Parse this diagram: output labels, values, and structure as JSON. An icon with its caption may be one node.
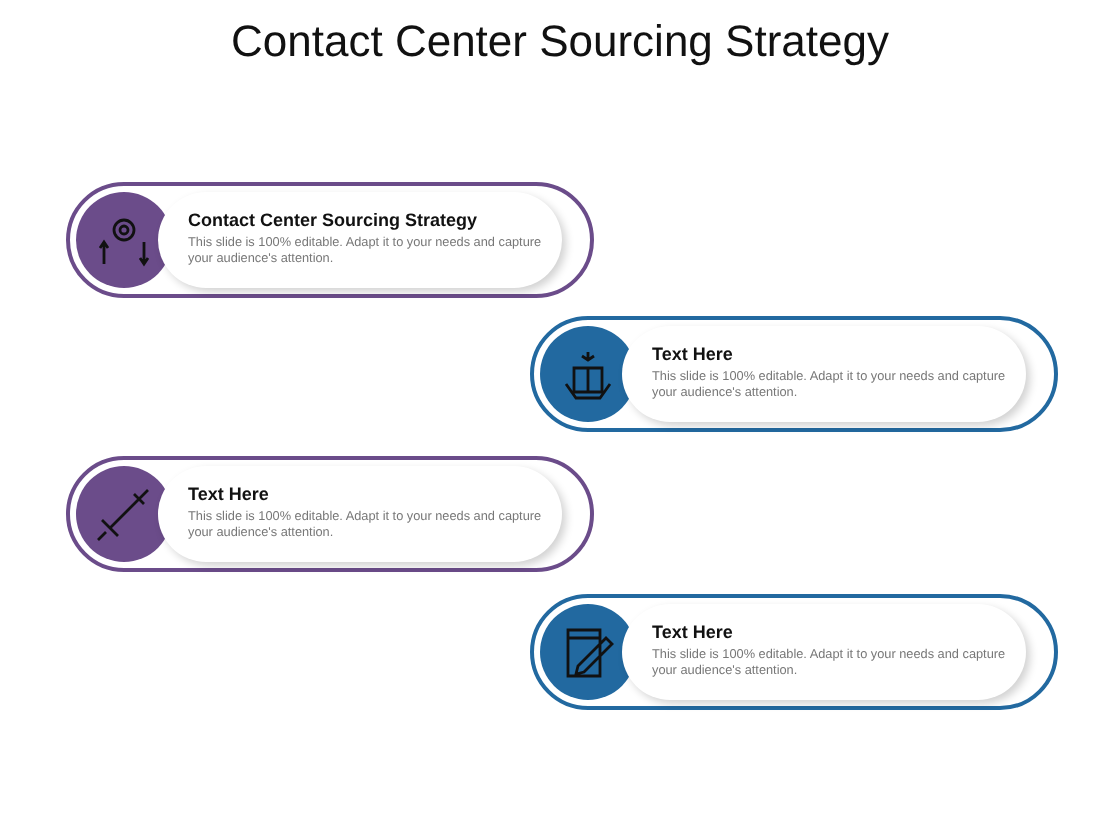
{
  "diagram": {
    "title": "Contact Center Sourcing Strategy",
    "nodes": [
      {
        "text": [
          "Contact Center Sourcing Strategy",
          "This slide is 100% editable. Adapt it to your needs and capture your audience's attention."
        ]
      },
      {
        "text": [
          "Text Here",
          "This slide is 100% editable. Adapt it to your needs and capture your audience's attention."
        ]
      },
      {
        "text": [
          "Text Here",
          "This slide is 100% editable. Adapt it to your needs and capture your audience's attention."
        ]
      },
      {
        "text": [
          "Text Here",
          "This slide is 100% editable. Adapt it to your needs and capture your audience's attention."
        ]
      }
    ]
  }
}
